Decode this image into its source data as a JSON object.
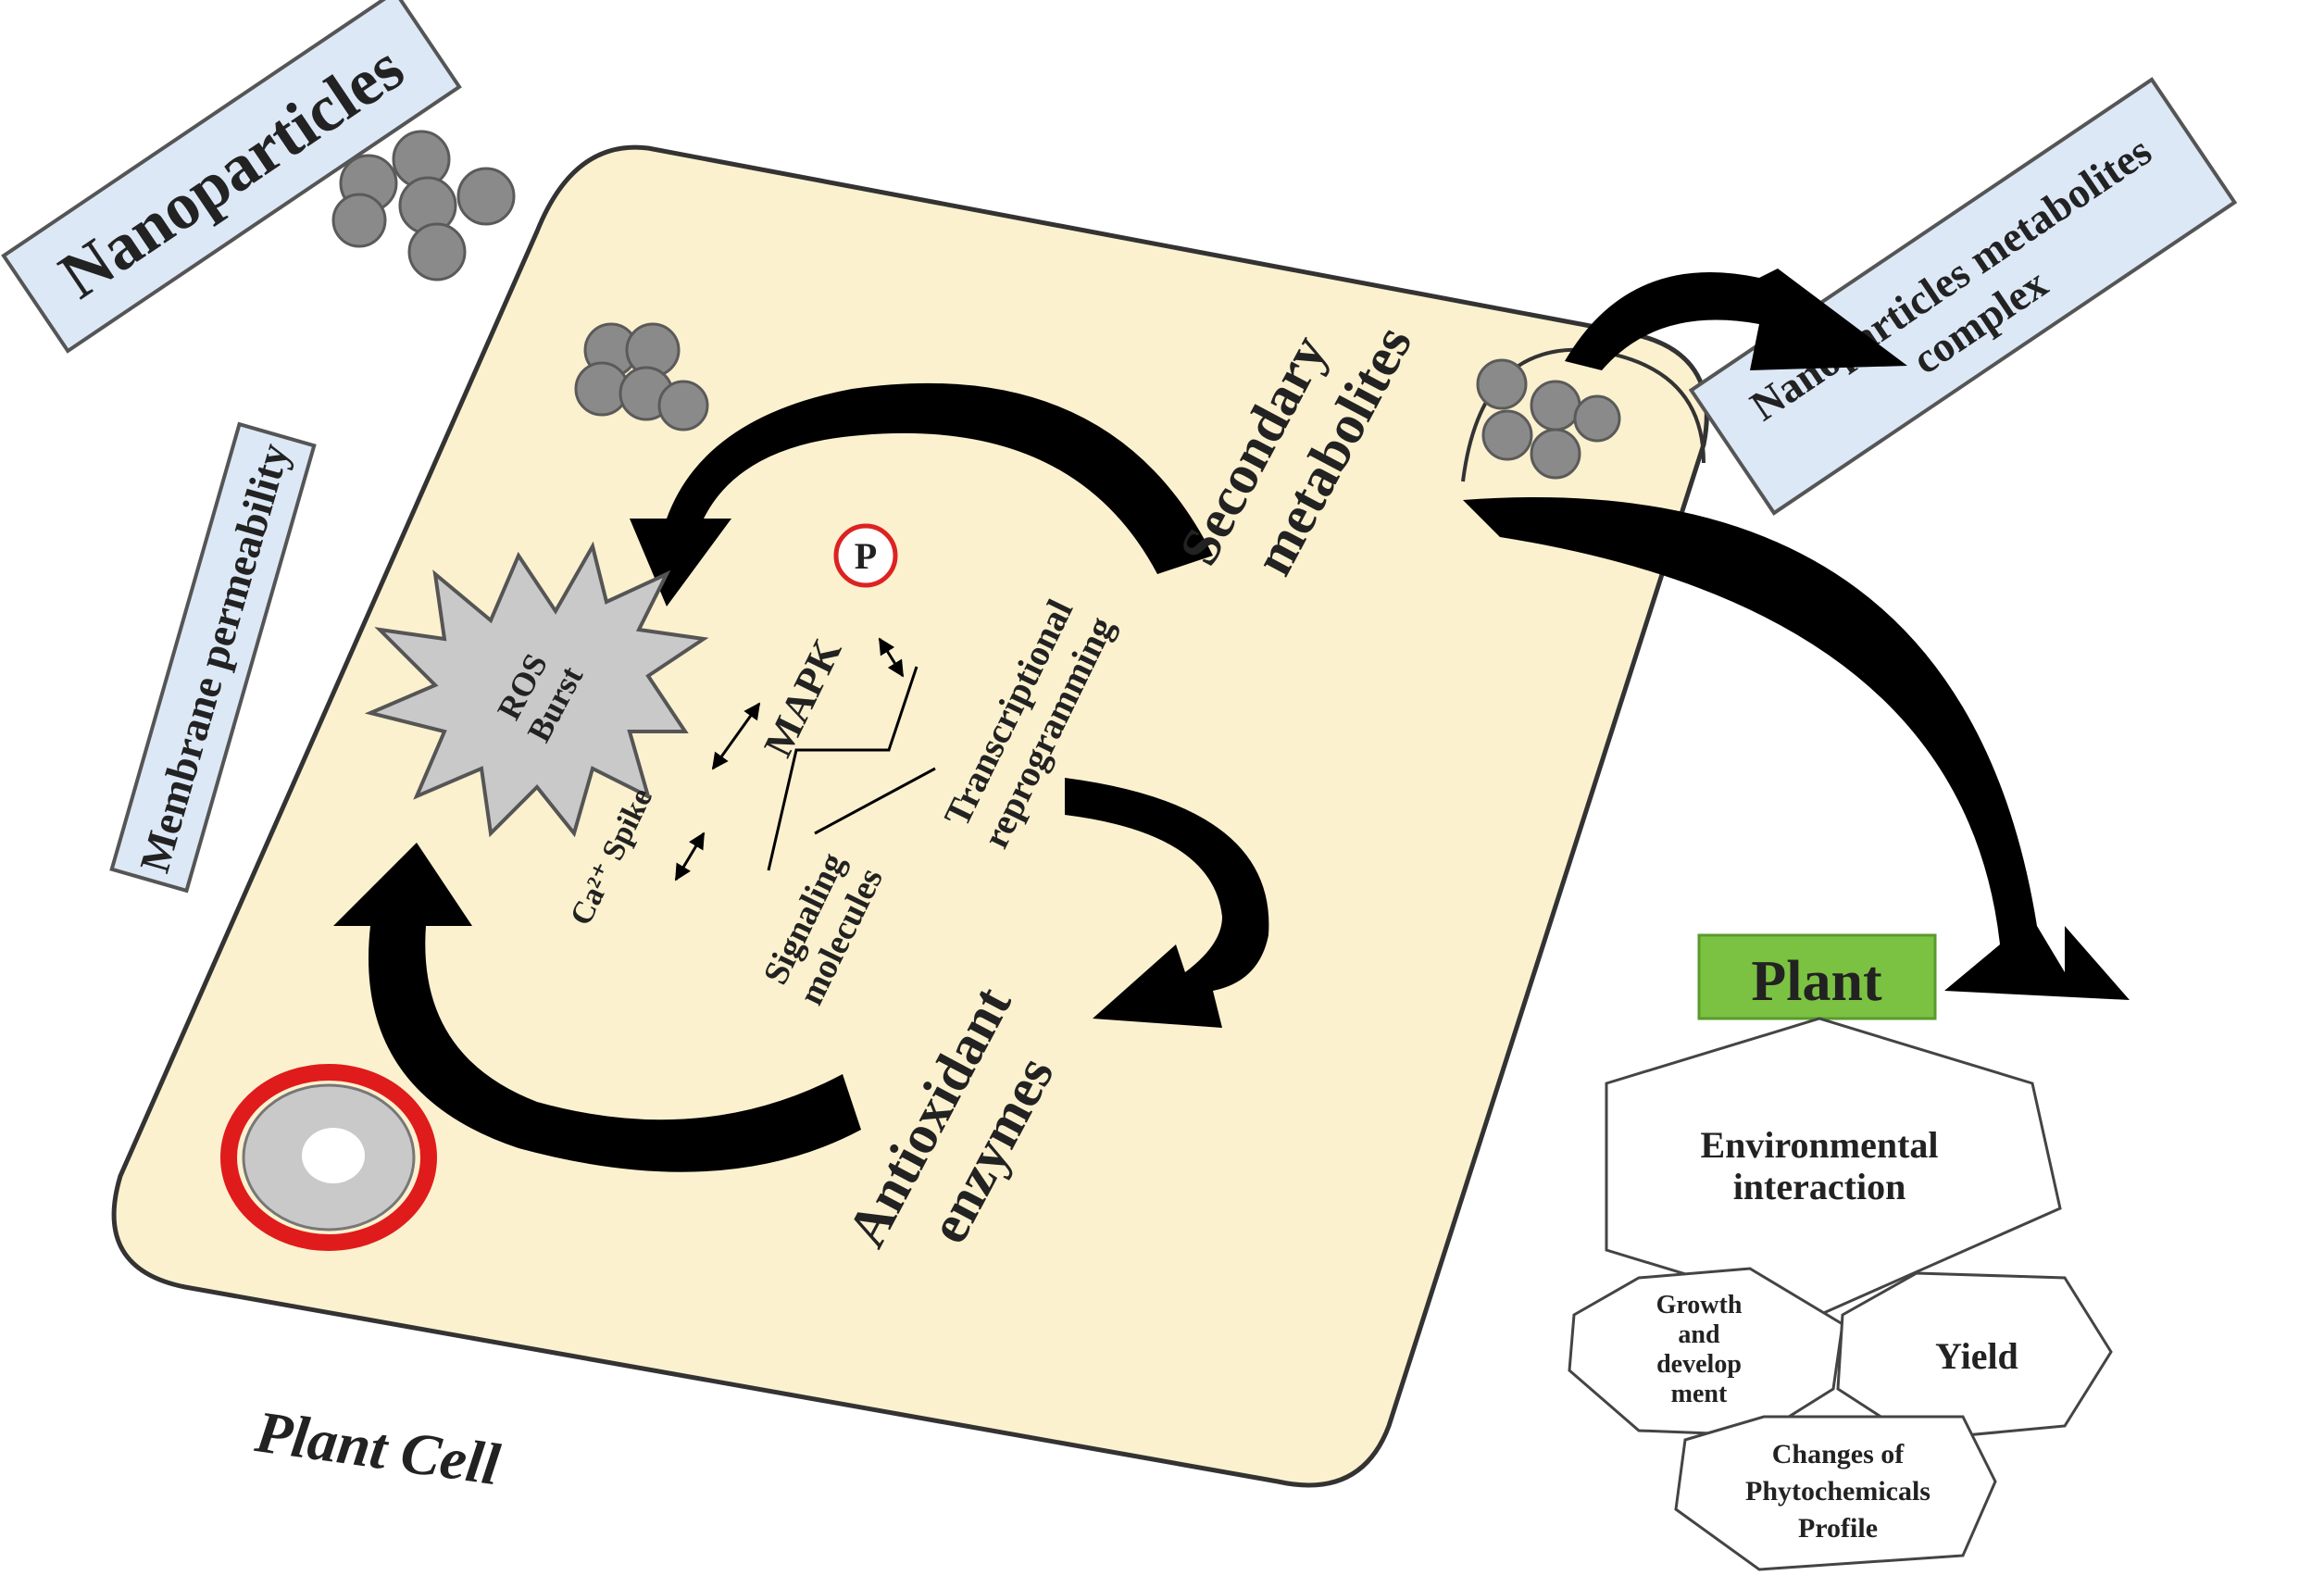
{
  "labels": {
    "nanoparticles": "Nanoparticles",
    "membrane_permeability": "Membrane permeability",
    "np_metabolites_complex_line1": "Nanoparticles metabolites",
    "np_metabolites_complex_line2": "complex",
    "secondary_line1": "Secondary",
    "secondary_line2": "metabolites",
    "ros_line1": "ROS",
    "ros_line2": "Burst",
    "phospho": "P",
    "mapk": "MAPK",
    "transcriptional_line1": "Transcriptional",
    "transcriptional_line2": "reprogramming",
    "ca_spike": "Ca²⁺ Spike",
    "signaling_line1": "Signaling",
    "signaling_line2": "molecules",
    "antioxidant_line1": "Antioxidant",
    "antioxidant_line2": "enzymes",
    "plant_cell": "Plant Cell",
    "plant": "Plant",
    "env_line1": "Environmental",
    "env_line2": "interaction",
    "growth_line1": "Growth",
    "growth_line2": "and",
    "growth_line3": "develop",
    "growth_line4": "ment",
    "yield": "Yield",
    "changes_line1": "Changes of",
    "changes_line2": "Phytochemicals",
    "changes_line3": "Profile"
  },
  "colors": {
    "cell_fill": "#fbf1cf",
    "cell_stroke": "#333333",
    "label_box_fill": "#dce8f6",
    "plant_box": "#7cc242",
    "ros_fill": "#c9c9c9",
    "particle": "#8a8a8a",
    "organelle_ring": "#e01b1b",
    "arrow": "#000000"
  }
}
